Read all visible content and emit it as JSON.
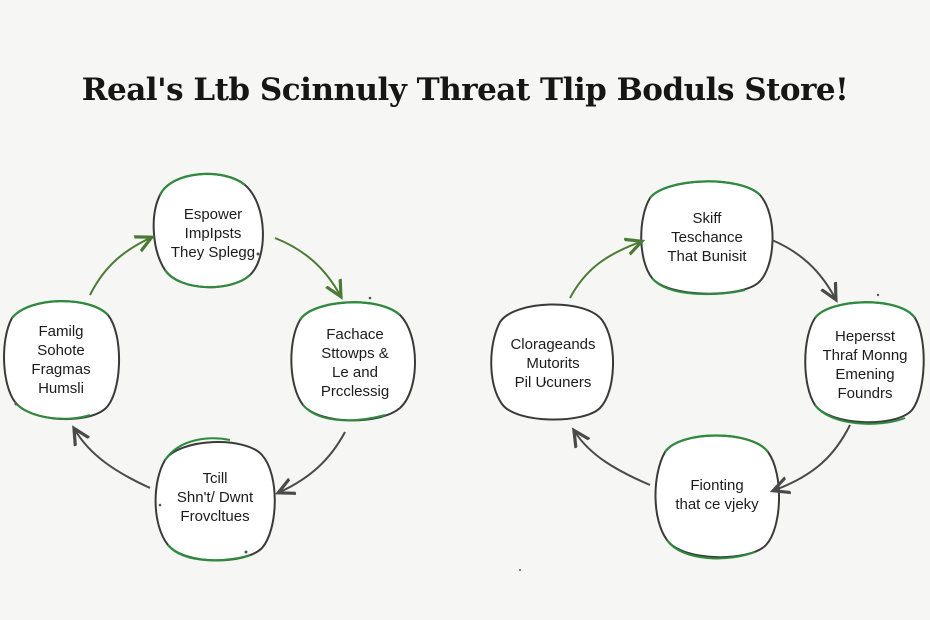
{
  "title": "Real's  Ltb Scinnuly Threat Tlip Boduls Store!",
  "colors": {
    "ring_stroke": "#3a3a3a",
    "ring_accent": "#2e8b3e",
    "arrow_green": "#4a7a34",
    "arrow_gray": "#4a4a4a"
  },
  "left_cycle": {
    "nodes": [
      {
        "lines": [
          "Espower",
          "ImpIpsts",
          "They Splegg"
        ]
      },
      {
        "lines": [
          "Fachace",
          "Sttowps &",
          "Le and",
          "Prcclessig"
        ]
      },
      {
        "lines": [
          "Tcill",
          "Shn't/ Dwnt",
          "Frovcltues"
        ]
      },
      {
        "lines": [
          "Familg",
          "Sohote",
          "Fragmas",
          "Humsli"
        ]
      }
    ]
  },
  "right_cycle": {
    "nodes": [
      {
        "lines": [
          "Skiff",
          "Teschance",
          "That Bunisit"
        ]
      },
      {
        "lines": [
          "Hepersst",
          "Thraf Monng",
          "Emening",
          "Foundrs"
        ]
      },
      {
        "lines": [
          "Fionting",
          "that ce vjeky"
        ]
      },
      {
        "lines": [
          "Clorageands",
          "Mutorits",
          "Pil Ucuners"
        ]
      }
    ]
  }
}
